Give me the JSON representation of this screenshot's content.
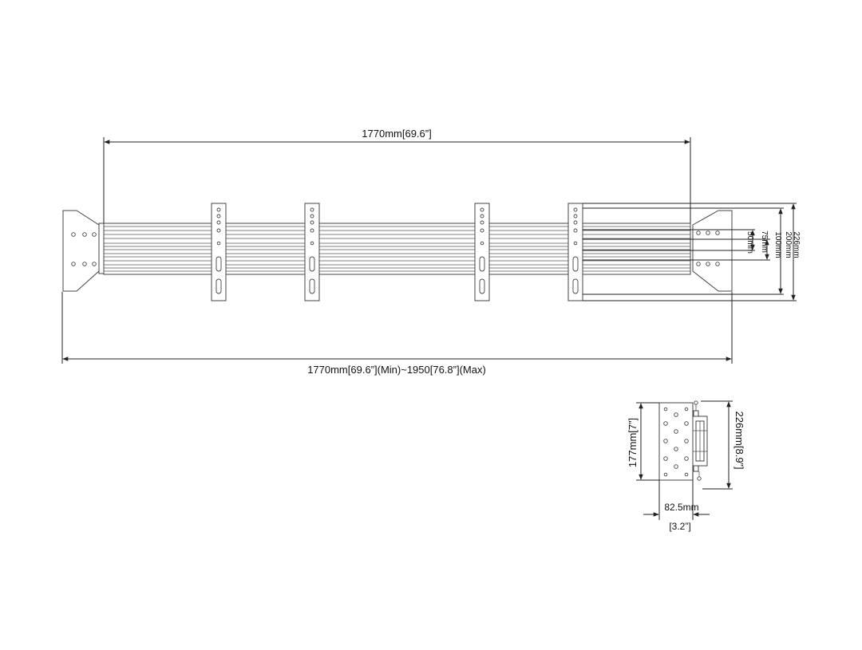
{
  "dimensions": {
    "overall_span": "1770mm[69.6”]",
    "extended_span": "1770mm[69.6”](Min)~1950[76.8”](Max)",
    "vertical_50": "50mm",
    "vertical_75": "75mm",
    "vertical_100": "100mm",
    "vertical_200": "200mm",
    "vertical_226": "226mm",
    "side_height": "177mm[7”]",
    "side_total_height": "226mm[8.9”]",
    "side_depth": "82.5mm",
    "side_depth_inch": "[3.2”]"
  },
  "colors": {
    "line": "#222222",
    "part": "#444444",
    "background": "#ffffff"
  }
}
